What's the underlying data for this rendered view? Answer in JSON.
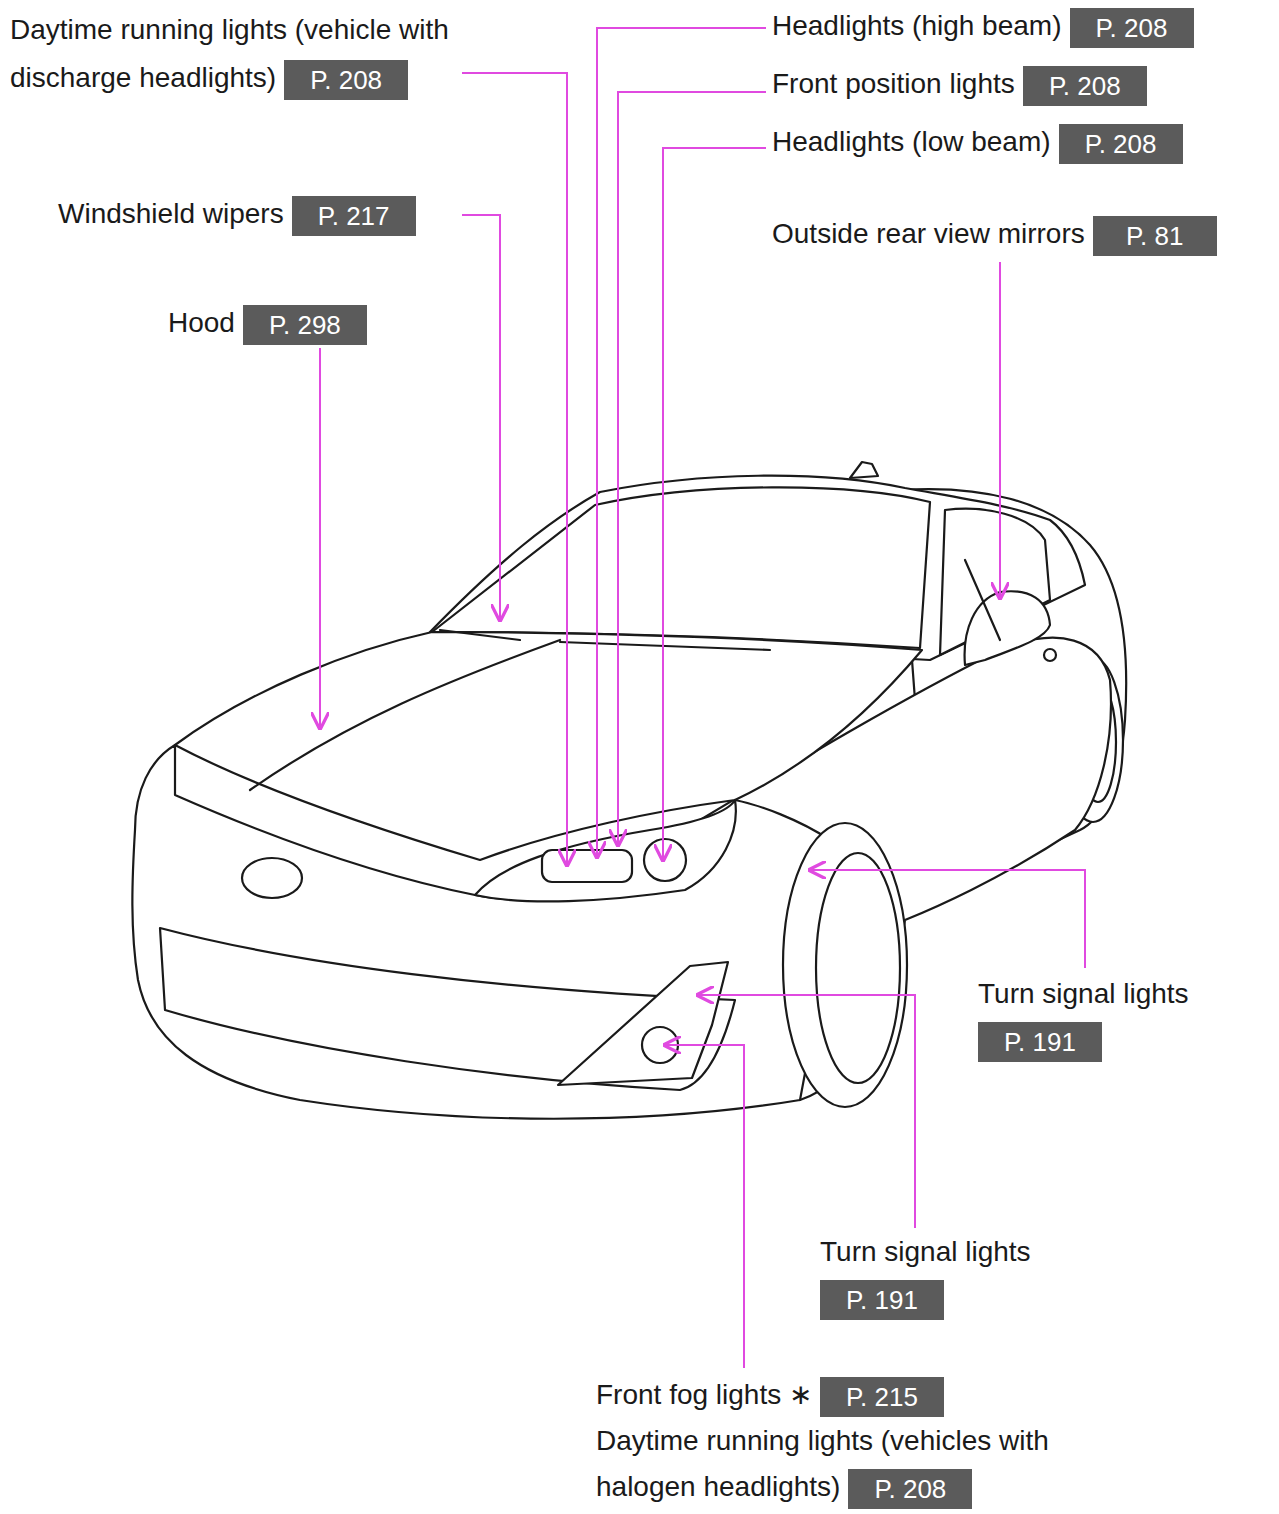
{
  "diagram": {
    "nodes": [
      {
        "text": [
          "Daytime running lights (vehicle with discharge headlights)",
          "P. 208"
        ]
      },
      {
        "text": [
          "Headlights (high beam)",
          "P. 208"
        ]
      },
      {
        "text": [
          "Front position lights",
          "P. 208"
        ]
      },
      {
        "text": [
          "Headlights (low beam)",
          "P. 208"
        ]
      },
      {
        "text": [
          "Windshield wipers",
          "P. 217"
        ]
      },
      {
        "text": [
          "Outside rear view mirrors",
          "P. 81"
        ]
      },
      {
        "text": [
          "Hood",
          "P. 298"
        ]
      },
      {
        "text": [
          "Turn signal lights",
          "P. 191"
        ]
      },
      {
        "text": [
          "Turn signal lights",
          "P. 191"
        ]
      },
      {
        "text": [
          "Front fog lights ∗",
          "P. 215"
        ]
      },
      {
        "text": [
          "Daytime running lights (vehicles with halogen headlights)",
          "P. 208"
        ]
      }
    ]
  }
}
